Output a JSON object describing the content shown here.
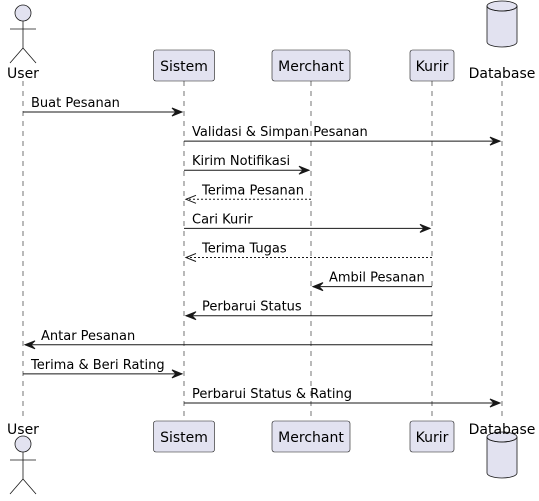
{
  "colors": {
    "participant_fill": "#E2E2F0",
    "participant_stroke": "#181818",
    "lifeline": "#181818",
    "arrow": "#181818",
    "background": "#FFFFFF"
  },
  "participants": [
    {
      "id": "user",
      "label": "User",
      "kind": "actor",
      "icon": "actor-stick-figure-icon"
    },
    {
      "id": "sistem",
      "label": "Sistem",
      "kind": "participant"
    },
    {
      "id": "merchant",
      "label": "Merchant",
      "kind": "participant"
    },
    {
      "id": "kurir",
      "label": "Kurir",
      "kind": "participant"
    },
    {
      "id": "database",
      "label": "Database",
      "kind": "database",
      "icon": "database-cylinder-icon"
    }
  ],
  "messages": [
    {
      "from": "user",
      "to": "sistem",
      "label": "Buat Pesanan",
      "style": "solid"
    },
    {
      "from": "sistem",
      "to": "database",
      "label": "Validasi & Simpan Pesanan",
      "style": "solid"
    },
    {
      "from": "sistem",
      "to": "merchant",
      "label": "Kirim Notifikasi",
      "style": "solid"
    },
    {
      "from": "merchant",
      "to": "sistem",
      "label": "Terima Pesanan",
      "style": "dashed"
    },
    {
      "from": "sistem",
      "to": "kurir",
      "label": "Cari Kurir",
      "style": "solid"
    },
    {
      "from": "kurir",
      "to": "sistem",
      "label": "Terima Tugas",
      "style": "dashed"
    },
    {
      "from": "kurir",
      "to": "merchant",
      "label": "Ambil Pesanan",
      "style": "solid"
    },
    {
      "from": "kurir",
      "to": "sistem",
      "label": "Perbarui Status",
      "style": "solid"
    },
    {
      "from": "kurir",
      "to": "user",
      "label": "Antar Pesanan",
      "style": "solid"
    },
    {
      "from": "user",
      "to": "sistem",
      "label": "Terima & Beri Rating",
      "style": "solid"
    },
    {
      "from": "sistem",
      "to": "database",
      "label": "Perbarui Status & Rating",
      "style": "solid"
    }
  ]
}
